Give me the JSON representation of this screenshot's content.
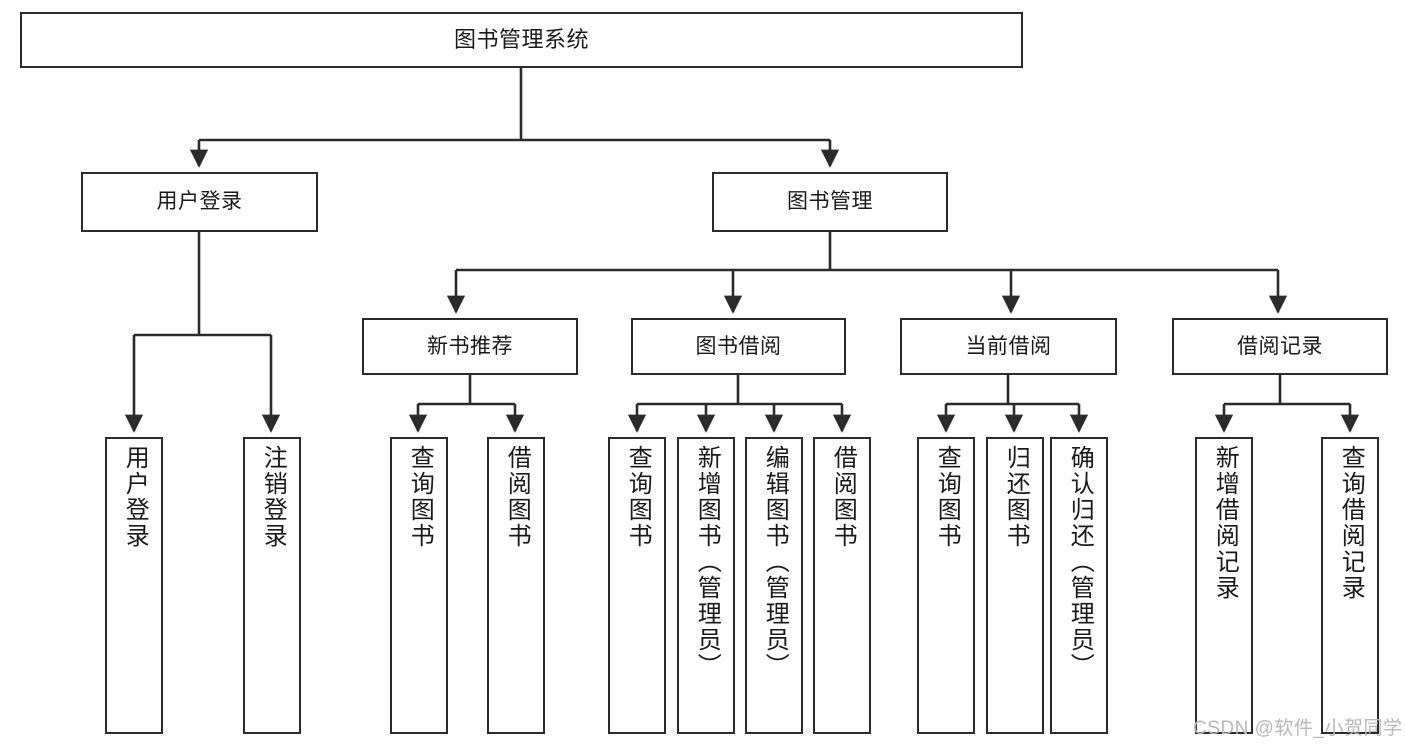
{
  "diagram": {
    "title": "图书管理系统",
    "type": "tree-hierarchy",
    "orientation": "top-down",
    "colors": {
      "stroke": "#2b2b2b",
      "fill": "#ffffff",
      "text": "#1a1a1a",
      "watermark": "#b8b8b8"
    },
    "root": {
      "label": "图书管理系统"
    },
    "level2": [
      {
        "label": "用户登录"
      },
      {
        "label": "图书管理"
      }
    ],
    "level3": [
      {
        "label": "新书推荐"
      },
      {
        "label": "图书借阅"
      },
      {
        "label": "当前借阅"
      },
      {
        "label": "借阅记录"
      }
    ],
    "leaves": {
      "user_login": [
        {
          "label": "用户登录"
        },
        {
          "label": "注销登录"
        }
      ],
      "new_book_recommend": [
        {
          "label": "查询图书"
        },
        {
          "label": "借阅图书"
        }
      ],
      "book_borrow": [
        {
          "label": "查询图书"
        },
        {
          "label": "新增图书（管理员）"
        },
        {
          "label": "编辑图书（管理员）"
        },
        {
          "label": "借阅图书"
        }
      ],
      "current_borrow": [
        {
          "label": "查询图书"
        },
        {
          "label": "归还图书"
        },
        {
          "label": "确认归还（管理员）"
        }
      ],
      "borrow_record": [
        {
          "label": "新增借阅记录"
        },
        {
          "label": "查询借阅记录"
        }
      ]
    }
  },
  "watermark": {
    "text": "CSDN @软件_小贺同学"
  }
}
